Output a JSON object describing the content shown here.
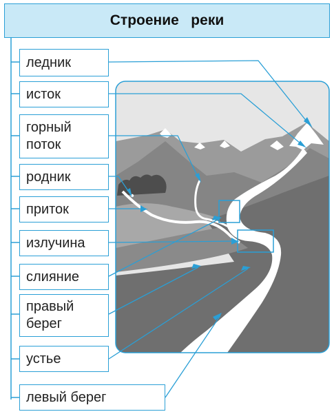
{
  "title": "Строение   реки",
  "labels": {
    "glacier": "ледник",
    "source": "исток",
    "mountain_stream": "горный\nпоток",
    "spring": "родник",
    "tributary": "приток",
    "meander": "излучина",
    "confluence": "слияние",
    "right_bank": "правый\nберег",
    "mouth": "устье",
    "left_bank": "левый   берег"
  },
  "colors": {
    "leader_line": "#2a9fd6",
    "title_fill": "#c9e9f7",
    "sky": "#e8e8e8",
    "mountain": "#8f8f8f",
    "land_dark": "#6e6e6e",
    "land_mid": "#9a9a9a",
    "river": "#ffffff"
  }
}
